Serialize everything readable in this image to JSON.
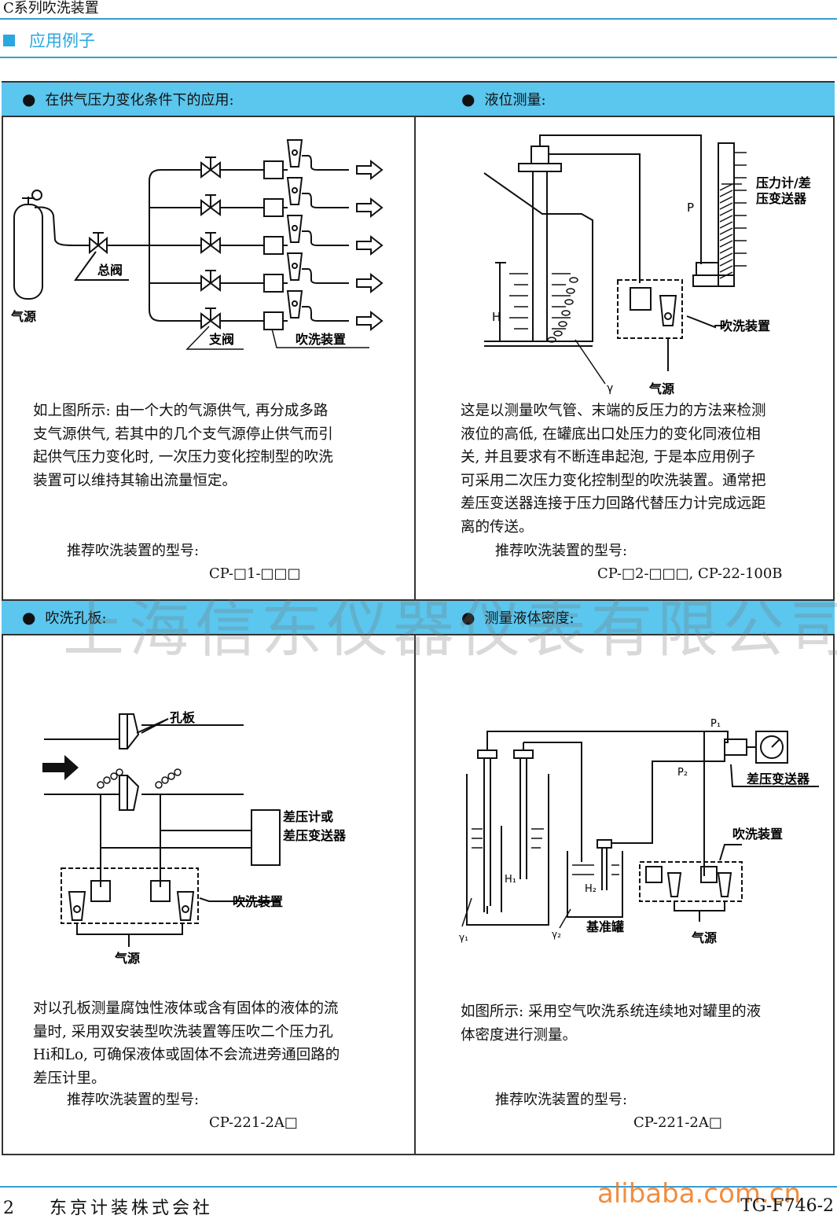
{
  "header": {
    "series_title": "C系列吹洗装置",
    "section_title": "应用例子"
  },
  "panels": {
    "supply": {
      "title": "在供气压力变化条件下的应用:",
      "labels": {
        "main_valve": "总阀",
        "gas_source": "气源",
        "branch_valve": "支阀",
        "purge_device": "吹洗装置"
      },
      "description": [
        "如上图所示: 由一个大的气源供气, 再分成多路",
        "支气源供气, 若其中的几个支气源停止供气而引",
        "起供气压力变化时, 一次压力变化控制型的吹洗",
        "装置可以维持其输出流量恒定。"
      ],
      "recommend_label": "推荐吹洗装置的型号:",
      "model": "CP-□1-□□□"
    },
    "level": {
      "title": "液位测量:",
      "labels": {
        "gauge_line1": "压力计/差",
        "gauge_line2": "压变送器",
        "p": "P",
        "h": "H",
        "gamma": "γ",
        "purge_device": "吹洗装置",
        "gas_source": "气源"
      },
      "description": [
        "这是以测量吹气管、末端的反压力的方法来检测",
        "液位的高低, 在罐底出口处压力的变化同液位相",
        "关, 并且要求有不断连串起泡, 于是本应用例子",
        "可采用二次压力变化控制型的吹洗装置。通常把",
        "差压变送器连接于压力回路代替压力计完成远距",
        "离的传送。"
      ],
      "recommend_label": "推荐吹洗装置的型号:",
      "model": "CP-□2-□□□, CP-22-100B"
    },
    "orifice": {
      "title": "吹洗孔板:",
      "labels": {
        "orifice": "孔板",
        "dp_line1": "差压计或",
        "dp_line2": "差压变送器",
        "purge_device": "吹洗装置",
        "gas_source": "气源"
      },
      "description": [
        "对以孔板测量腐蚀性液体或含有固体的液体的流",
        "量时, 采用双安装型吹洗装置等压吹二个压力孔",
        "Hi和Lo, 可确保液体或固体不会流进旁通回路的",
        "差压计里。"
      ],
      "recommend_label": "推荐吹洗装置的型号:",
      "model": "CP-221-2A□"
    },
    "density": {
      "title": "测量液体密度:",
      "labels": {
        "p1": "P₁",
        "p2": "P₂",
        "dp_transmitter": "差压变送器",
        "purge_device": "吹洗装置",
        "h1": "H₁",
        "h2": "H₂",
        "gamma1": "γ₁",
        "gamma2": "γ₂",
        "reference_tank": "基准罐",
        "gas_source": "气源"
      },
      "description": [
        "如图所示: 采用空气吹洗系统连续地对罐里的液",
        "体密度进行测量。"
      ],
      "recommend_label": "推荐吹洗装置的型号:",
      "model": "CP-221-2A□"
    }
  },
  "watermark": "上海信东仪器仪表有限公司",
  "footer": {
    "page_number": "2",
    "company": "东京计装株式会社",
    "doc_code": "TG-F746-2",
    "brand": "alibaba.com.cn"
  },
  "colors": {
    "accent": "#2aa7e0",
    "panel_header": "#5bc6ee",
    "rule": "#3a9bd5"
  }
}
